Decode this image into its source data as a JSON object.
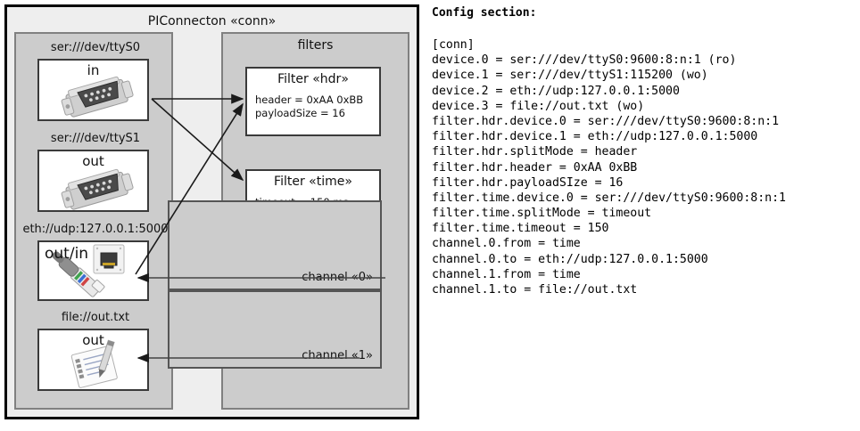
{
  "diagram": {
    "outer": {
      "title": "PIConnecton «conn»"
    },
    "devices_group": {
      "title": "",
      "items": [
        {
          "label": "ser:///dev/ttyS0",
          "direction": "in",
          "icon": "serial-port-icon"
        },
        {
          "label": "ser:///dev/ttyS1",
          "direction": "out",
          "icon": "serial-port-icon"
        },
        {
          "label": "eth://udp:127.0.0.1:5000",
          "direction": "out/in",
          "icon": "ethernet-jack-icon"
        },
        {
          "label": "file://out.txt",
          "direction": "out",
          "icon": "text-file-icon"
        }
      ]
    },
    "filters_group": {
      "title": "filters",
      "filters": [
        {
          "title": "Filter «hdr»",
          "props": [
            "header = 0xAA 0xBB",
            "payloadSize = 16"
          ]
        },
        {
          "title": "Filter «time»",
          "props": [
            "timeout = 150 ms"
          ]
        }
      ],
      "channels": [
        {
          "label": "channel «0»"
        },
        {
          "label": "channel «1»"
        }
      ]
    },
    "colors": {
      "outer_fill": "#eeeeee",
      "group_fill": "#cccccc",
      "card_fill": "#ffffff",
      "border_dark": "#000000",
      "border_gray": "#808080",
      "line": "#222222"
    }
  },
  "config": {
    "heading": "Config section:",
    "lines": [
      "[conn]",
      "device.0 = ser:///dev/ttyS0:9600:8:n:1 (ro)",
      "device.1 = ser:///dev/ttyS1:115200 (wo)",
      "device.2 = eth://udp:127.0.0.1:5000",
      "device.3 = file://out.txt (wo)",
      "filter.hdr.device.0 = ser:///dev/ttyS0:9600:8:n:1",
      "filter.hdr.device.1 = eth://udp:127.0.0.1:5000",
      "filter.hdr.splitMode = header",
      "filter.hdr.header = 0xAA 0xBB",
      "filter.hdr.payloadSIze = 16",
      "filter.time.device.0 = ser:///dev/ttyS0:9600:8:n:1",
      "filter.time.splitMode = timeout",
      "filter.time.timeout = 150",
      "channel.0.from = time",
      "channel.0.to = eth://udp:127.0.0.1:5000",
      "channel.1.from = time",
      "channel.1.to = file://out.txt"
    ]
  }
}
